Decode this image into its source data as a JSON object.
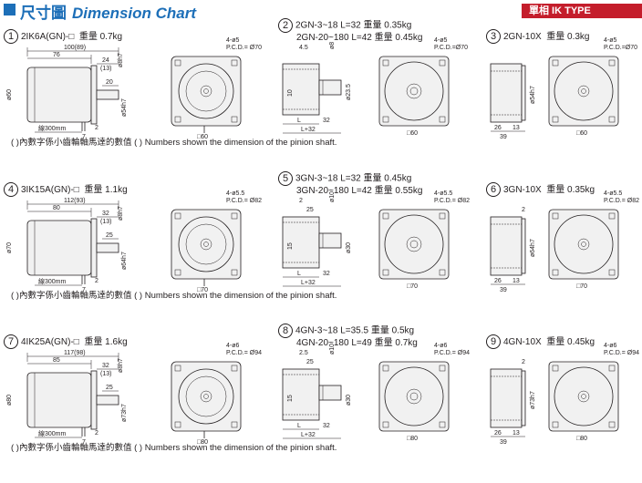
{
  "header": {
    "title_zh": "尺寸圖",
    "title_en": "Dimension Chart",
    "tag": "單相 IK TYPE"
  },
  "note": "(  )內數字係小齒輪軸馬達的數值 (  ) Numbers shown the dimension of the pinion shaft.",
  "rows": [
    {
      "motor": {
        "num": "1",
        "model": "2IK6A(GN)-□",
        "weight": "重量 0.7kg",
        "dim_total": "100(89)",
        "dim_body": "76",
        "dim_shaft": "24",
        "dim_shaft_alt": "(13)",
        "dim_key": "20",
        "dia_pilot": "ø8h7",
        "dia_body": "ø60",
        "dia_flange": "ø54h7",
        "lead": "線300mm",
        "lead_off": "2",
        "lead_gap": "7"
      },
      "motor_front": {
        "holes": "4-ø5",
        "pcd": "P.C.D.= Ø70",
        "square": "□60"
      },
      "gearhead": {
        "num": "2",
        "line1": "2GN-3~18  L=32",
        "weight1": "重量 0.35kg",
        "line2": "2GN-20~180  L=42",
        "weight2": "重量 0.45kg",
        "d1": "4.5",
        "d2": "ø8",
        "d3": "10",
        "d4": "ø23.5",
        "len": "L",
        "len2": "32",
        "total": "L+32"
      },
      "gearhead_front": {
        "holes": "4-ø5",
        "pcd": "P.C.D.=Ø70",
        "square": "□60"
      },
      "decimal": {
        "num": "3",
        "model": "2GN-10X",
        "weight": "重量 0.3kg",
        "d1": "26",
        "d2": "13",
        "d3": "39",
        "dia": "ø54h7"
      },
      "decimal_front": {
        "holes": "4-ø5",
        "pcd": "P.C.D.=Ø70",
        "square": "□60"
      }
    },
    {
      "motor": {
        "num": "4",
        "model": "3IK15A(GN)-□",
        "weight": "重量 1.1kg",
        "dim_total": "112(93)",
        "dim_body": "80",
        "dim_shaft": "32",
        "dim_shaft_alt": "(13)",
        "dim_key": "25",
        "dia_pilot": "ø8h7",
        "dia_body": "ø70",
        "dia_flange": "ø64h7",
        "lead": "線300mm",
        "lead_off": "2",
        "lead_gap": "7"
      },
      "motor_front": {
        "holes": "4-ø5.5",
        "pcd": "P.C.D.= Ø82",
        "square": "□70"
      },
      "gearhead": {
        "num": "5",
        "line1": "3GN-3~18  L=32",
        "weight1": "重量 0.45kg",
        "line2": "3GN-20~180  L=42",
        "weight2": "重量 0.55kg",
        "d1": "2",
        "d2": "ø10",
        "d3": "15",
        "d4": "ø30",
        "d5": "25",
        "len": "L",
        "len2": "32",
        "total": "L+32"
      },
      "gearhead_front": {
        "holes": "4-ø5.5",
        "pcd": "P.C.D.= Ø82",
        "square": "□70"
      },
      "decimal": {
        "num": "6",
        "model": "3GN-10X",
        "weight": "重量 0.35kg",
        "d1": "26",
        "d2": "13",
        "d3": "39",
        "dia": "ø64h7",
        "d4": "2"
      },
      "decimal_front": {
        "holes": "4-ø5.5",
        "pcd": "P.C.D.= Ø82",
        "square": "□70"
      }
    },
    {
      "motor": {
        "num": "7",
        "model": "4IK25A(GN)-□",
        "weight": "重量 1.6kg",
        "dim_total": "117(98)",
        "dim_body": "85",
        "dim_shaft": "32",
        "dim_shaft_alt": "(13)",
        "dim_key": "25",
        "dia_pilot": "ø8h7",
        "dia_body": "ø80",
        "dia_flange": "ø73h7",
        "lead": "線300mm",
        "lead_off": "2",
        "lead_gap": "7"
      },
      "motor_front": {
        "holes": "4-ø6",
        "pcd": "P.C.D.= Ø94",
        "square": "□80"
      },
      "gearhead": {
        "num": "8",
        "line1": "4GN-3~18  L=35.5",
        "weight1": "重量 0.5kg",
        "line2": "4GN-20~180  L=49",
        "weight2": "重量 0.7kg",
        "d1": "2.5",
        "d2": "ø10",
        "d3": "15",
        "d4": "ø30",
        "d5": "25",
        "len": "L",
        "len2": "32",
        "total": "L+32"
      },
      "gearhead_front": {
        "holes": "4-ø6",
        "pcd": "P.C.D.= Ø94",
        "square": "□80"
      },
      "decimal": {
        "num": "9",
        "model": "4GN-10X",
        "weight": "重量 0.45kg",
        "d1": "26",
        "d2": "13",
        "d3": "39",
        "dia": "ø73h7",
        "d4": "2"
      },
      "decimal_front": {
        "holes": "4-ø6",
        "pcd": "P.C.D.= Ø94",
        "square": "□80"
      }
    }
  ]
}
